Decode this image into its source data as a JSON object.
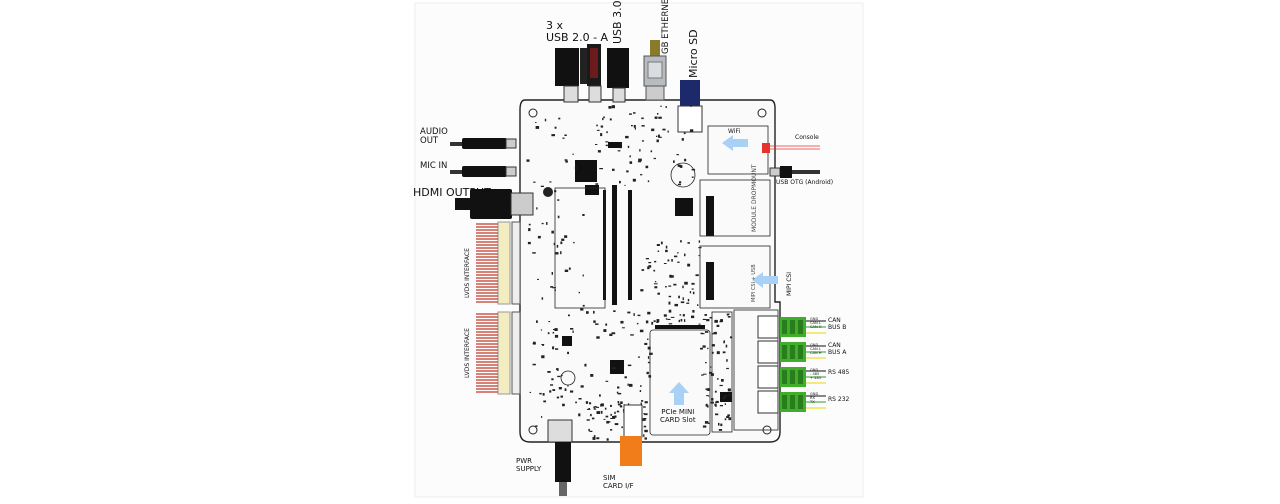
{
  "labels": {
    "usb2": "3 x\nUSB 2.0 - A",
    "usb3": "USB 3.0",
    "gbe": "GB ETHERNET",
    "microsd": "Micro SD",
    "audio_out": "AUDIO\nOUT",
    "mic_in": "MIC IN",
    "hdmi": "HDMI OUTPUT",
    "lvds1": "LVDS INTERFACE",
    "lvds2": "LVDS INTERFACE",
    "wifi": "WiFi",
    "console": "Console",
    "usb_otg": "USB OTG (Android)",
    "mipi_csi": "MIPI CSI",
    "can_b": "CAN\nBUS B",
    "can_a": "CAN\nBUS A",
    "rs485": "RS 485",
    "rs232": "RS 232",
    "pcie": "PCIe MINI\nCARD Slot",
    "pwr": "PWR\nSUPPLY",
    "sim": "SIM\nCARD I/F",
    "can_b_pins": "GND\nCAN L\nCAN H",
    "can_a_pins": "GND\nCAN L\nCAN H",
    "rs485_pins": "GND\n- 485\n+ 485",
    "rs232_pins": "GND\nRX\nTX",
    "module_mount": "MODULE\nDROPMOUNT",
    "mipi_usb": "MIPI CSI + USB"
  },
  "colors": {
    "board": "#fafafa",
    "lvds_stripe": "#c0392b",
    "lvds_body": "#f3ecc0",
    "arrow": "#a9d0f5",
    "terminal_green": "#3fae2a",
    "sim_card": "#f07d1a",
    "microsd": "#1c2a6b",
    "console_red": "#e8322c",
    "wire_yellow": "#e6d800",
    "wire_green": "#2e9b2e"
  },
  "icons": [
    "usb-connector-icon",
    "ethernet-plug-icon",
    "microsd-card-icon",
    "audio-jack-icon",
    "hdmi-plug-icon",
    "ribbon-cable-icon",
    "arrow-icon",
    "terminal-block-icon",
    "sim-card-icon",
    "power-plug-icon"
  ]
}
